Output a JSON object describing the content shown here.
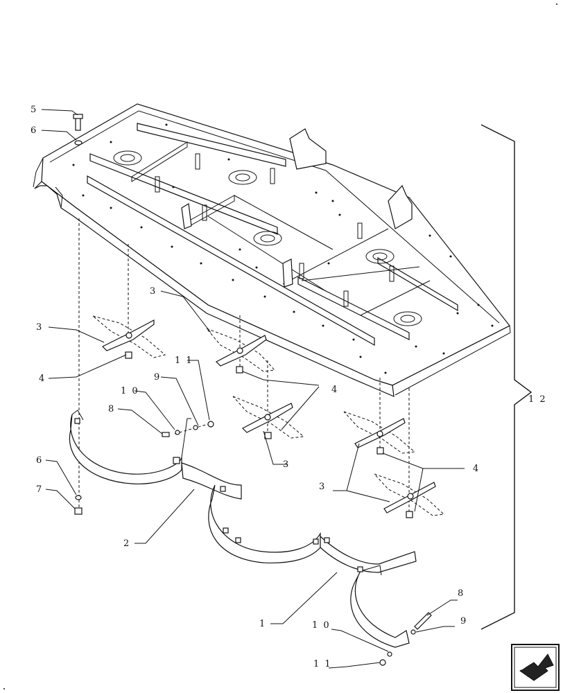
{
  "callouts": {
    "c5": "5",
    "c6a": "6",
    "c3a": "3",
    "c3b": "3",
    "c4a": "4",
    "c11a": "1 1",
    "c9a": "9",
    "c10a": "1 0",
    "c8a": "8",
    "c4b": "4",
    "c3c": "3",
    "c4c": "4",
    "c3d": "3",
    "c6b": "6",
    "c7": "7",
    "c2": "2",
    "c12": "1 2",
    "c8b": "8",
    "c9b": "9",
    "c1": "1",
    "c10b": "1 0",
    "c11b": "1 1"
  },
  "nav": {
    "icon": "forward-arrow-icon"
  }
}
